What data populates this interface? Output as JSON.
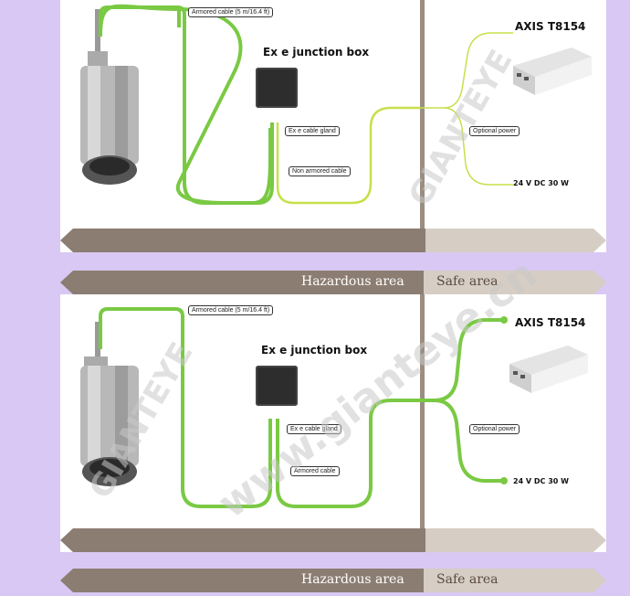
{
  "diagram1": {
    "armored_cable_label": "Armored cable (5 m/16.4 ft)",
    "junction_box_title": "Ex e junction box",
    "cable_gland_label": "Ex e cable gland",
    "second_cable_label": "Non armored cable",
    "device_title": "AXIS T8154",
    "optional_power_label": "Optional power",
    "power_spec_label": "24 V DC 30 W"
  },
  "band1": {
    "hazardous_label": "Hazardous area",
    "safe_label": "Safe area"
  },
  "diagram2": {
    "armored_cable_label": "Armored cable (5 m/16.4 ft)",
    "junction_box_title": "Ex e junction box",
    "cable_gland_label": "Ex e cable gland",
    "second_cable_label": "Armored cable",
    "device_title": "AXIS T8154",
    "optional_power_label": "Optional power",
    "power_spec_label": "24 V DC 30 W"
  },
  "band2": {
    "hazardous_label": "Hazardous area",
    "safe_label": "Safe area"
  },
  "watermark": {
    "brand": "GIANTEYE",
    "url": "www.gianteye.cn"
  },
  "colors": {
    "background": "#d8c8f3",
    "cable_green": "#7ac943",
    "cable_yellow_green": "#c7e04a",
    "band_hazardous": "#8c7d72",
    "band_safe": "#d6cdc4"
  }
}
